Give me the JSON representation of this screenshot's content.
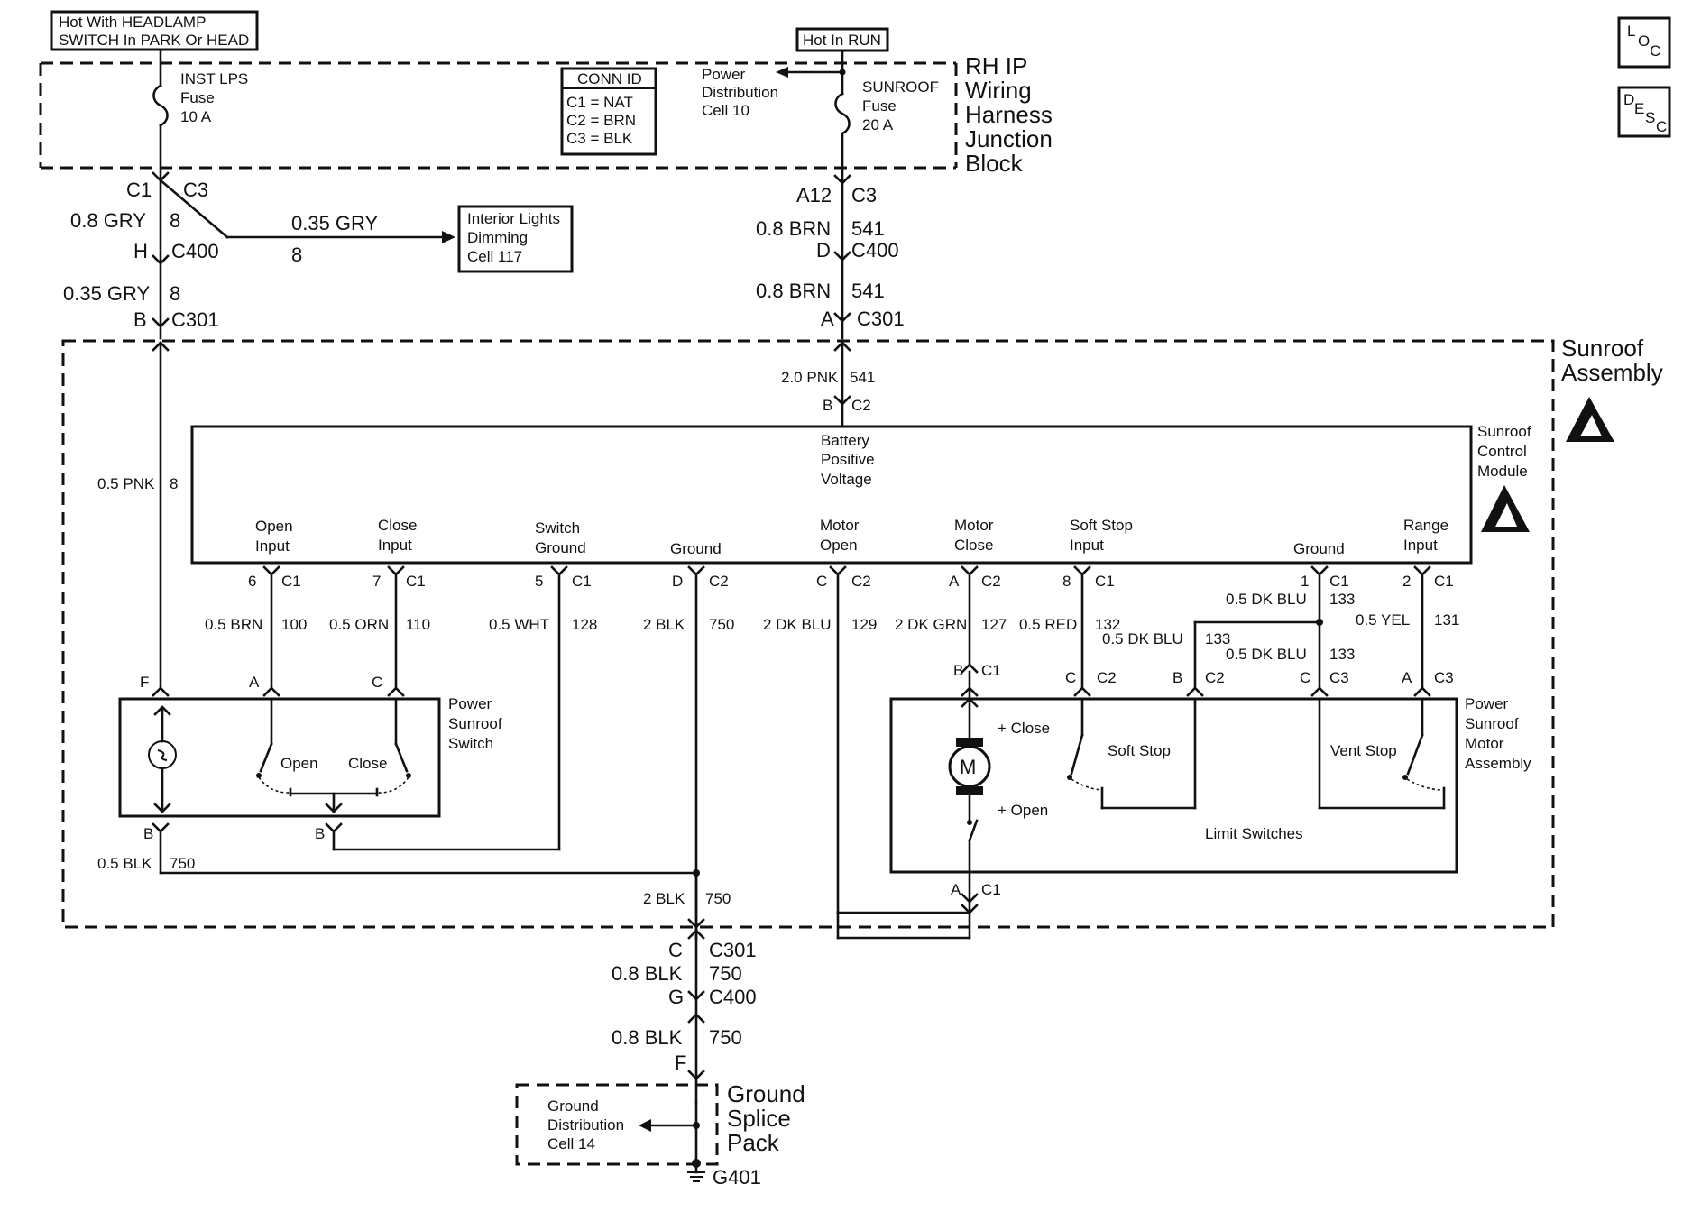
{
  "labels": {
    "hot_headlamp_1": "Hot With HEADLAMP",
    "hot_headlamp_2": "SWITCH In PARK Or HEAD",
    "hot_run": "Hot In RUN",
    "inst_lps_fuse": [
      "INST LPS",
      "Fuse",
      "10 A"
    ],
    "sunroof_fuse": [
      "SUNROOF",
      "Fuse",
      "20 A"
    ],
    "conn_id_title": "CONN ID",
    "conn_id_rows": [
      "C1 = NAT",
      "C2 = BRN",
      "C3 = BLK"
    ],
    "power_dist": [
      "Power",
      "Distribution",
      "Cell 10"
    ],
    "junction_block": [
      "RH IP",
      "Wiring",
      "Harness",
      "Junction",
      "Block"
    ],
    "interior_lights": [
      "Interior Lights",
      "Dimming",
      "Cell 117"
    ],
    "sunroof_assembly": [
      "Sunroof",
      "Assembly"
    ],
    "control_module": [
      "Sunroof",
      "Control",
      "Module"
    ],
    "battery_voltage": [
      "Battery",
      "Positive",
      "Voltage"
    ],
    "open_input": [
      "Open",
      "Input"
    ],
    "close_input": [
      "Close",
      "Input"
    ],
    "switch_ground": [
      "Switch",
      "Ground"
    ],
    "ground": "Ground",
    "motor_open": [
      "Motor",
      "Open"
    ],
    "motor_close": [
      "Motor",
      "Close"
    ],
    "soft_stop_input": [
      "Soft Stop",
      "Input"
    ],
    "range_input": [
      "Range",
      "Input"
    ],
    "power_sunroof_switch": [
      "Power",
      "Sunroof",
      "Switch"
    ],
    "switch_open": "Open",
    "switch_close": "Close",
    "motor_assembly": [
      "Power",
      "Sunroof",
      "Motor",
      "Assembly"
    ],
    "motor_symbol": "M",
    "plus_close": "+ Close",
    "plus_open": "+ Open",
    "soft_stop": "Soft Stop",
    "vent_stop": "Vent Stop",
    "limit_switches": "Limit Switches",
    "ground_dist": [
      "Ground",
      "Distribution",
      "Cell 14"
    ],
    "ground_splice": [
      "Ground",
      "Splice",
      "Pack"
    ],
    "g401": "G401",
    "loc": [
      "L",
      "O",
      "C"
    ],
    "desc": [
      "D",
      "E",
      "S",
      "C"
    ]
  },
  "wiring": {
    "left_c1": "C1",
    "left_c3": "C3",
    "left_08gry": "0.8 GRY",
    "left_8a": "8",
    "left_H": "H",
    "left_c400": "C400",
    "left_035gry_branch": "0.35 GRY",
    "left_8_branch": "8",
    "left_035gry": "0.35 GRY",
    "left_8b": "8",
    "left_B": "B",
    "left_c301": "C301",
    "mid_a12": "A12",
    "mid_c3": "C3",
    "mid_08brn_a": "0.8 BRN",
    "mid_541_a": "541",
    "mid_D": "D",
    "mid_c400": "C400",
    "mid_08brn_b": "0.8 BRN",
    "mid_541_b": "541",
    "mid_A": "A",
    "mid_c301": "C301",
    "mod_20pnk": "2.0 PNK",
    "mod_541": "541",
    "mod_B": "B",
    "mod_c2": "C2",
    "pnk05": "0.5 PNK",
    "pnk8": "8",
    "p_open_pin": "6",
    "p_open_c": "C1",
    "w_open": "0.5 BRN",
    "c_open": "100",
    "p_close_pin": "7",
    "p_close_c": "C1",
    "w_close": "0.5 ORN",
    "c_close": "110",
    "p_sg_pin": "5",
    "p_sg_c": "C1",
    "w_sg": "0.5 WHT",
    "c_sg": "128",
    "p_gnd_pin": "D",
    "p_gnd_c": "C2",
    "w_gnd": "2 BLK",
    "c_gnd": "750",
    "p_mo_pin": "C",
    "p_mo_c": "C2",
    "w_mo": "2 DK BLU",
    "c_mo": "129",
    "p_mc_pin": "A",
    "p_mc_c": "C2",
    "w_mc": "2 DK GRN",
    "c_mc": "127",
    "p_ss_pin": "8",
    "p_ss_c": "C1",
    "w_ss": "0.5 RED",
    "c_ss": "132",
    "p_g2_pin": "1",
    "p_g2_c": "C1",
    "w_g2": "0.5 DK BLU",
    "c_g2": "133",
    "p_ri_pin": "2",
    "p_ri_c": "C1",
    "w_ri": "0.5 YEL",
    "c_ri": "131",
    "w_133a": "0.5 DK BLU",
    "c_133a": "133",
    "w_133b": "0.5 DK BLU",
    "c_133b": "133",
    "sw_F": "F",
    "sw_A": "A",
    "sw_C": "C",
    "sw_B1": "B",
    "sw_B2": "B",
    "blk05": "0.5 BLK",
    "c750a": "750",
    "blk2": "2 BLK",
    "c750b": "750",
    "mot_B": "B",
    "mot_c1a": "C1",
    "ma_C": "C",
    "ma_c2a": "C2",
    "ma_B": "B",
    "ma_c2b": "C2",
    "ma_C2": "C",
    "ma_c3a": "C3",
    "ma_A": "A",
    "ma_c3b": "C3",
    "mot_A": "A",
    "mot_c1b": "C1",
    "bot_C": "C",
    "bot_c301": "C301",
    "bot_08blk_a": "0.8 BLK",
    "bot_750_a": "750",
    "bot_G": "G",
    "bot_c400": "C400",
    "bot_08blk_b": "0.8 BLK",
    "bot_750_b": "750",
    "bot_F": "F"
  }
}
